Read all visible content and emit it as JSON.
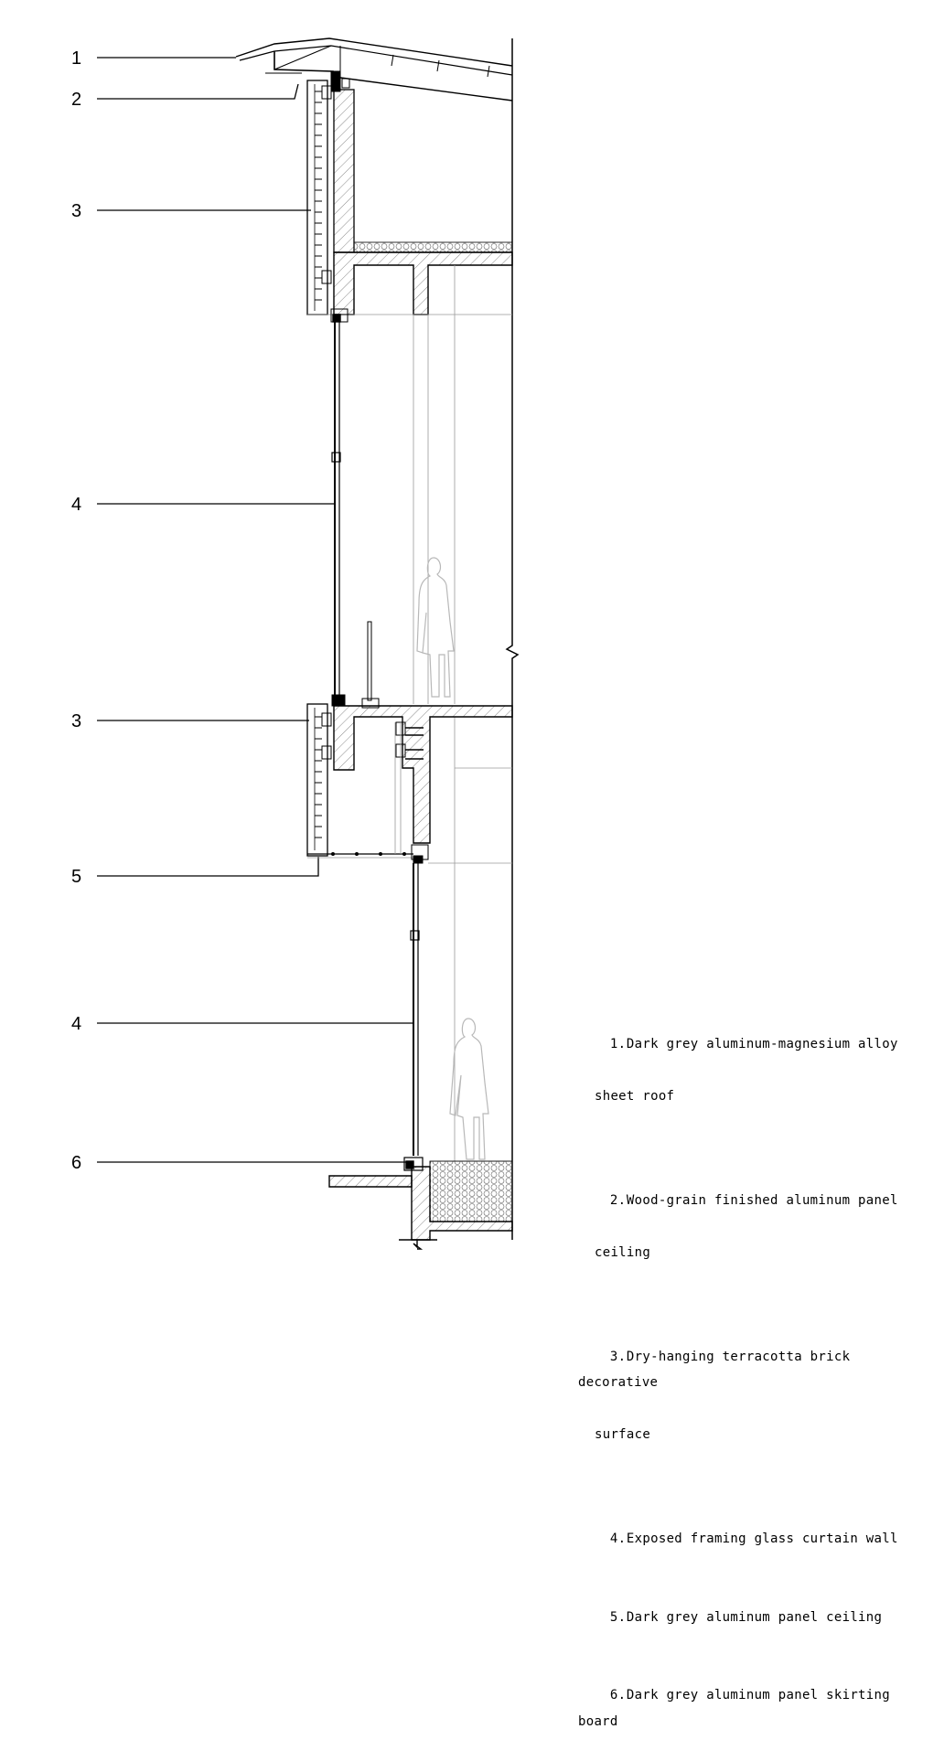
{
  "callouts": [
    {
      "id": "1",
      "label": "1"
    },
    {
      "id": "2",
      "label": "2"
    },
    {
      "id": "3a",
      "label": "3"
    },
    {
      "id": "4a",
      "label": "4"
    },
    {
      "id": "3b",
      "label": "3"
    },
    {
      "id": "5",
      "label": "5"
    },
    {
      "id": "4b",
      "label": "4"
    },
    {
      "id": "6",
      "label": "6"
    }
  ],
  "legend": [
    {
      "num": "1.",
      "line1": "Dark grey aluminum-magnesium alloy",
      "line2": "sheet roof"
    },
    {
      "num": "2.",
      "line1": "Wood-grain finished aluminum panel",
      "line2": "ceiling"
    },
    {
      "num": "3.",
      "line1": "Dry-hanging terracotta brick decorative",
      "line2": "surface"
    },
    {
      "num": "4.",
      "line1": "Exposed framing glass curtain wall",
      "line2": ""
    },
    {
      "num": "5.",
      "line1": "Dark grey aluminum panel ceiling",
      "line2": ""
    },
    {
      "num": "6.",
      "line1": "Dark grey aluminum panel skirting board",
      "line2": ""
    }
  ],
  "colors": {
    "line": "#000000",
    "light_line": "#9a9a9a",
    "figure": "#b8b8b8"
  }
}
